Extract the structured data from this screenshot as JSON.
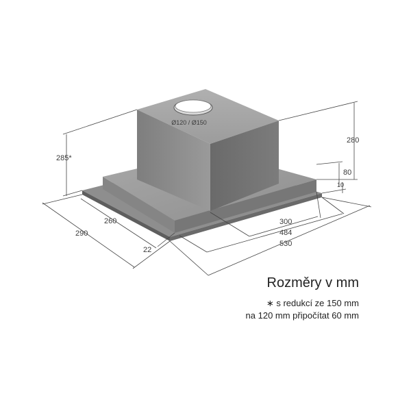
{
  "caption": {
    "title": "Rozměry v mm",
    "note_line1": "∗ s redukcí ze 150 mm",
    "note_line2": "na 120 mm připočítat 60 mm"
  },
  "dimensions": {
    "duct": "Ø120 / Ø150",
    "height_total": "280",
    "height_body": "285*",
    "height_front": "80",
    "height_bottom": "10",
    "depth_outer": "290",
    "depth_inner": "260",
    "depth_front": "22",
    "width_inner": "300",
    "width_mid": "484",
    "width_outer": "530"
  },
  "colors": {
    "body_front": "#8a8a8a",
    "body_side": "#6e6e6e",
    "body_top": "#a3a3a3",
    "frame_top": "#9a9a9a",
    "frame_front": "#7a7a7a",
    "line": "#444444"
  }
}
